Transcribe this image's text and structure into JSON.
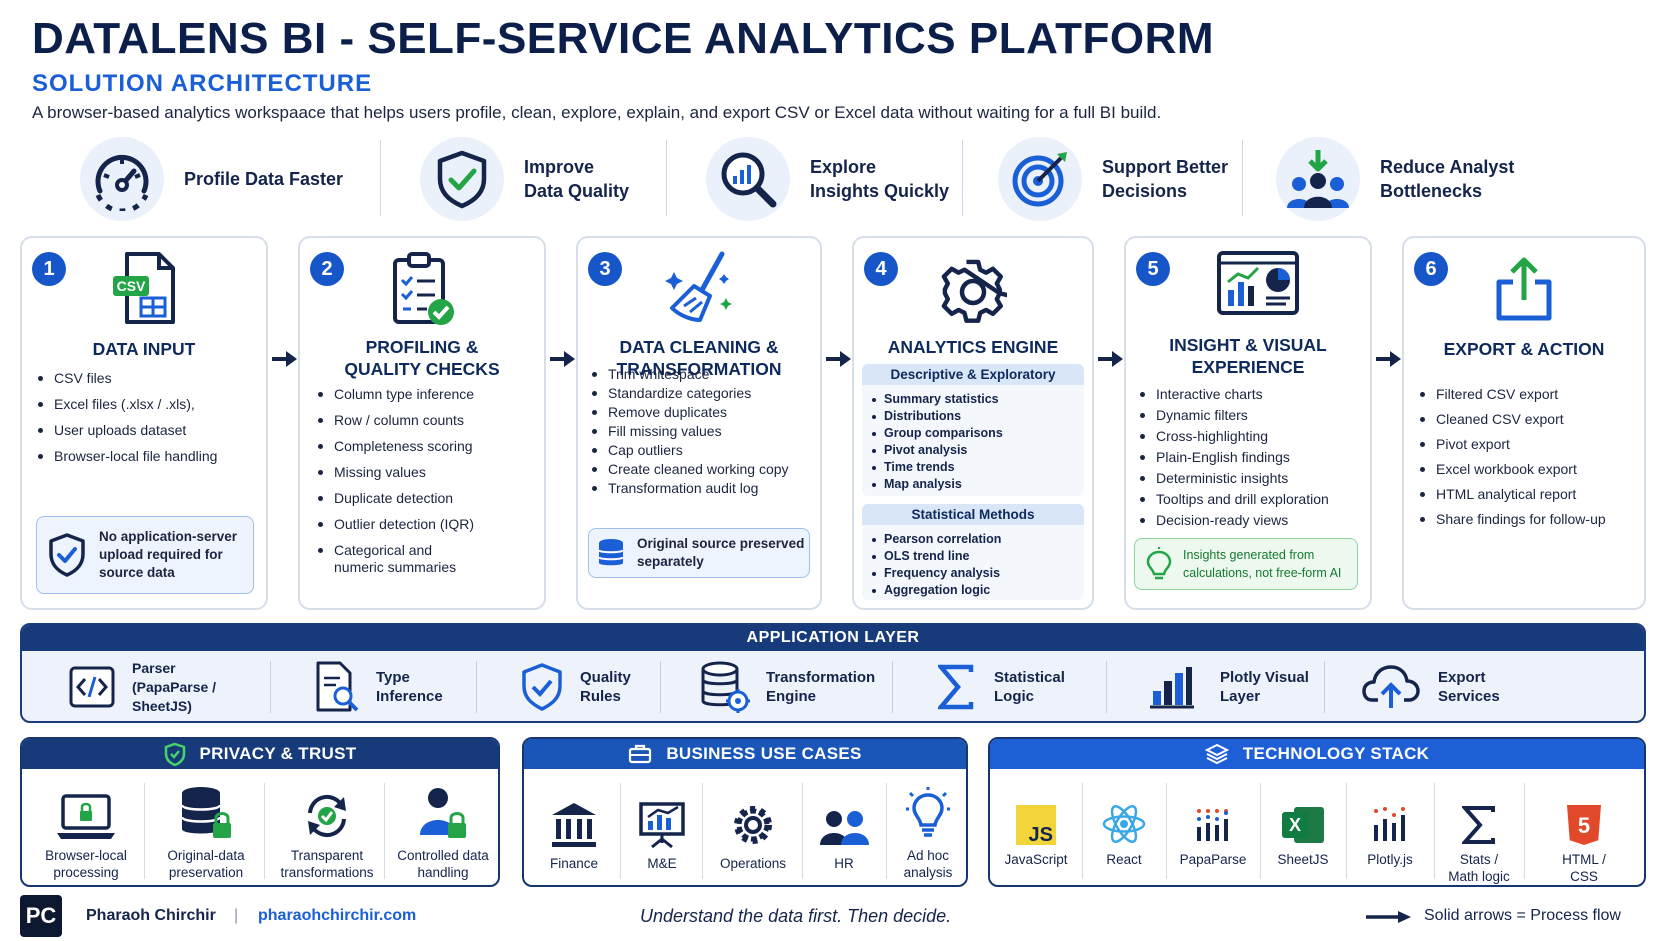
{
  "header": {
    "title": "DATALENS BI - SELF-SERVICE ANALYTICS PLATFORM",
    "subtitle": "SOLUTION ARCHITECTURE",
    "description": "A browser-based analytics workspaace that helps users profile, clean, explore, explain, and export CSV or Excel data without waiting for a full BI build."
  },
  "benefits": [
    {
      "label": "Profile Data Faster",
      "icon": "speedometer-icon"
    },
    {
      "label": "Improve Data Quality",
      "icon": "shield-check-icon"
    },
    {
      "label": "Explore Insights Quickly",
      "icon": "magnifier-chart-icon"
    },
    {
      "label": "Support Better Decisions",
      "icon": "target-icon"
    },
    {
      "label": "Reduce Analyst Bottlenecks",
      "icon": "people-download-icon"
    }
  ],
  "steps": [
    {
      "num": "1",
      "title": "DATA INPUT",
      "icon": "csv-file-icon",
      "items": [
        "CSV files",
        "Excel files (.xlsx / .xls),",
        "User uploads dataset",
        "Browser-local file handling"
      ],
      "note": "No application-server upload required for source data"
    },
    {
      "num": "2",
      "title": "PROFILING & QUALITY CHECKS",
      "icon": "clipboard-check-icon",
      "items": [
        "Column type inference",
        "Row / column counts",
        "Completeness scoring",
        "Missing values",
        "Duplicate detection",
        "Outlier detection (IQR)",
        "Categorical and numeric summaries"
      ]
    },
    {
      "num": "3",
      "title": "DATA CLEANING & TRANSFORMATION",
      "icon": "broom-icon",
      "items": [
        "Trim whitespace",
        "Standardize categories",
        "Remove duplicates",
        "Fill missing values",
        "Cap outliers",
        "Create cleaned working copy",
        "Transformation audit log"
      ],
      "note": "Original source preserved separately"
    },
    {
      "num": "4",
      "title": "ANALYTICS ENGINE",
      "icon": "gear-icon",
      "group1_title": "Descriptive & Exploratory",
      "group1": [
        "Summary statistics",
        "Distributions",
        "Group comparisons",
        "Pivot analysis",
        "Time trends",
        "Map analysis"
      ],
      "group2_title": "Statistical Methods",
      "group2": [
        "Pearson correlation",
        "OLS trend line",
        "Frequency analysis",
        "Aggregation logic"
      ]
    },
    {
      "num": "5",
      "title": "INSIGHT & VISUAL EXPERIENCE",
      "icon": "dashboard-icon",
      "items": [
        "Interactive charts",
        "Dynamic filters",
        "Cross-highlighting",
        "Plain-English findings",
        "Deterministic insights",
        "Tooltips and drill exploration",
        "Decision-ready views"
      ],
      "note": "Insights generated from calculations, not free-form AI"
    },
    {
      "num": "6",
      "title": "EXPORT & ACTION",
      "icon": "export-icon",
      "items": [
        "Filtered CSV export",
        "Cleaned CSV export",
        "Pivot export",
        "Excel workbook export",
        "HTML analytical report",
        "Share findings for follow-up"
      ]
    }
  ],
  "application_layer": {
    "title": "APPLICATION LAYER",
    "items": [
      {
        "label": "Parser (PapaParse / SheetJS)",
        "icon": "code-icon"
      },
      {
        "label": "Type Inference",
        "icon": "document-search-icon"
      },
      {
        "label": "Quality Rules",
        "icon": "shield-check-icon"
      },
      {
        "label": "Transformation Engine",
        "icon": "database-gear-icon"
      },
      {
        "label": "Statistical Logic",
        "icon": "sigma-icon"
      },
      {
        "label": "Plotly Visual Layer",
        "icon": "bar-chart-icon"
      },
      {
        "label": "Export Services",
        "icon": "cloud-upload-icon"
      }
    ]
  },
  "privacy": {
    "title": "PRIVACY & TRUST",
    "items": [
      {
        "label": "Browser-local processing",
        "icon": "laptop-lock-icon"
      },
      {
        "label": "Original-data preservation",
        "icon": "database-lock-icon"
      },
      {
        "label": "Transparent transformations",
        "icon": "refresh-check-icon"
      },
      {
        "label": "Controlled data handling",
        "icon": "user-lock-icon"
      }
    ]
  },
  "use_cases": {
    "title": "BUSINESS USE CASES",
    "items": [
      {
        "label": "Finance",
        "icon": "bank-icon"
      },
      {
        "label": "M&E",
        "icon": "presentation-chart-icon"
      },
      {
        "label": "Operations",
        "icon": "gear-icon"
      },
      {
        "label": "HR",
        "icon": "people-icon"
      },
      {
        "label": "Ad hoc analysis",
        "icon": "lightbulb-icon"
      }
    ]
  },
  "tech_stack": {
    "title": "TECHNOLOGY STACK",
    "items": [
      {
        "label": "JavaScript",
        "icon": "js-icon"
      },
      {
        "label": "React",
        "icon": "react-icon"
      },
      {
        "label": "PapaParse",
        "icon": "papaparse-icon"
      },
      {
        "label": "SheetJS",
        "icon": "excel-icon"
      },
      {
        "label": "Plotly.js",
        "icon": "plotly-icon"
      },
      {
        "label": "Stats / Math logic",
        "icon": "sigma-icon"
      },
      {
        "label": "HTML / CSS",
        "icon": "html5-icon"
      }
    ],
    "js_badge": "JS",
    "html_badge": "5",
    "excel_badge": "X"
  },
  "footer": {
    "logo": "PC",
    "author": "Pharaoh Chirchir",
    "separator": "|",
    "website": "pharaohchirchir.com",
    "tagline": "Understand the data first. Then decide.",
    "legend": "Solid arrows = Process flow"
  },
  "colors": {
    "navy": "#0e2a5c",
    "accent_blue": "#1a5fd6",
    "step_number": "#1656c8",
    "privacy_header": "#163a7a",
    "usecase_header": "#1a56b8",
    "tech_header": "#1f5fd6",
    "green": "#22a447",
    "orange": "#e2492a",
    "js_yellow": "#f0d43a"
  }
}
